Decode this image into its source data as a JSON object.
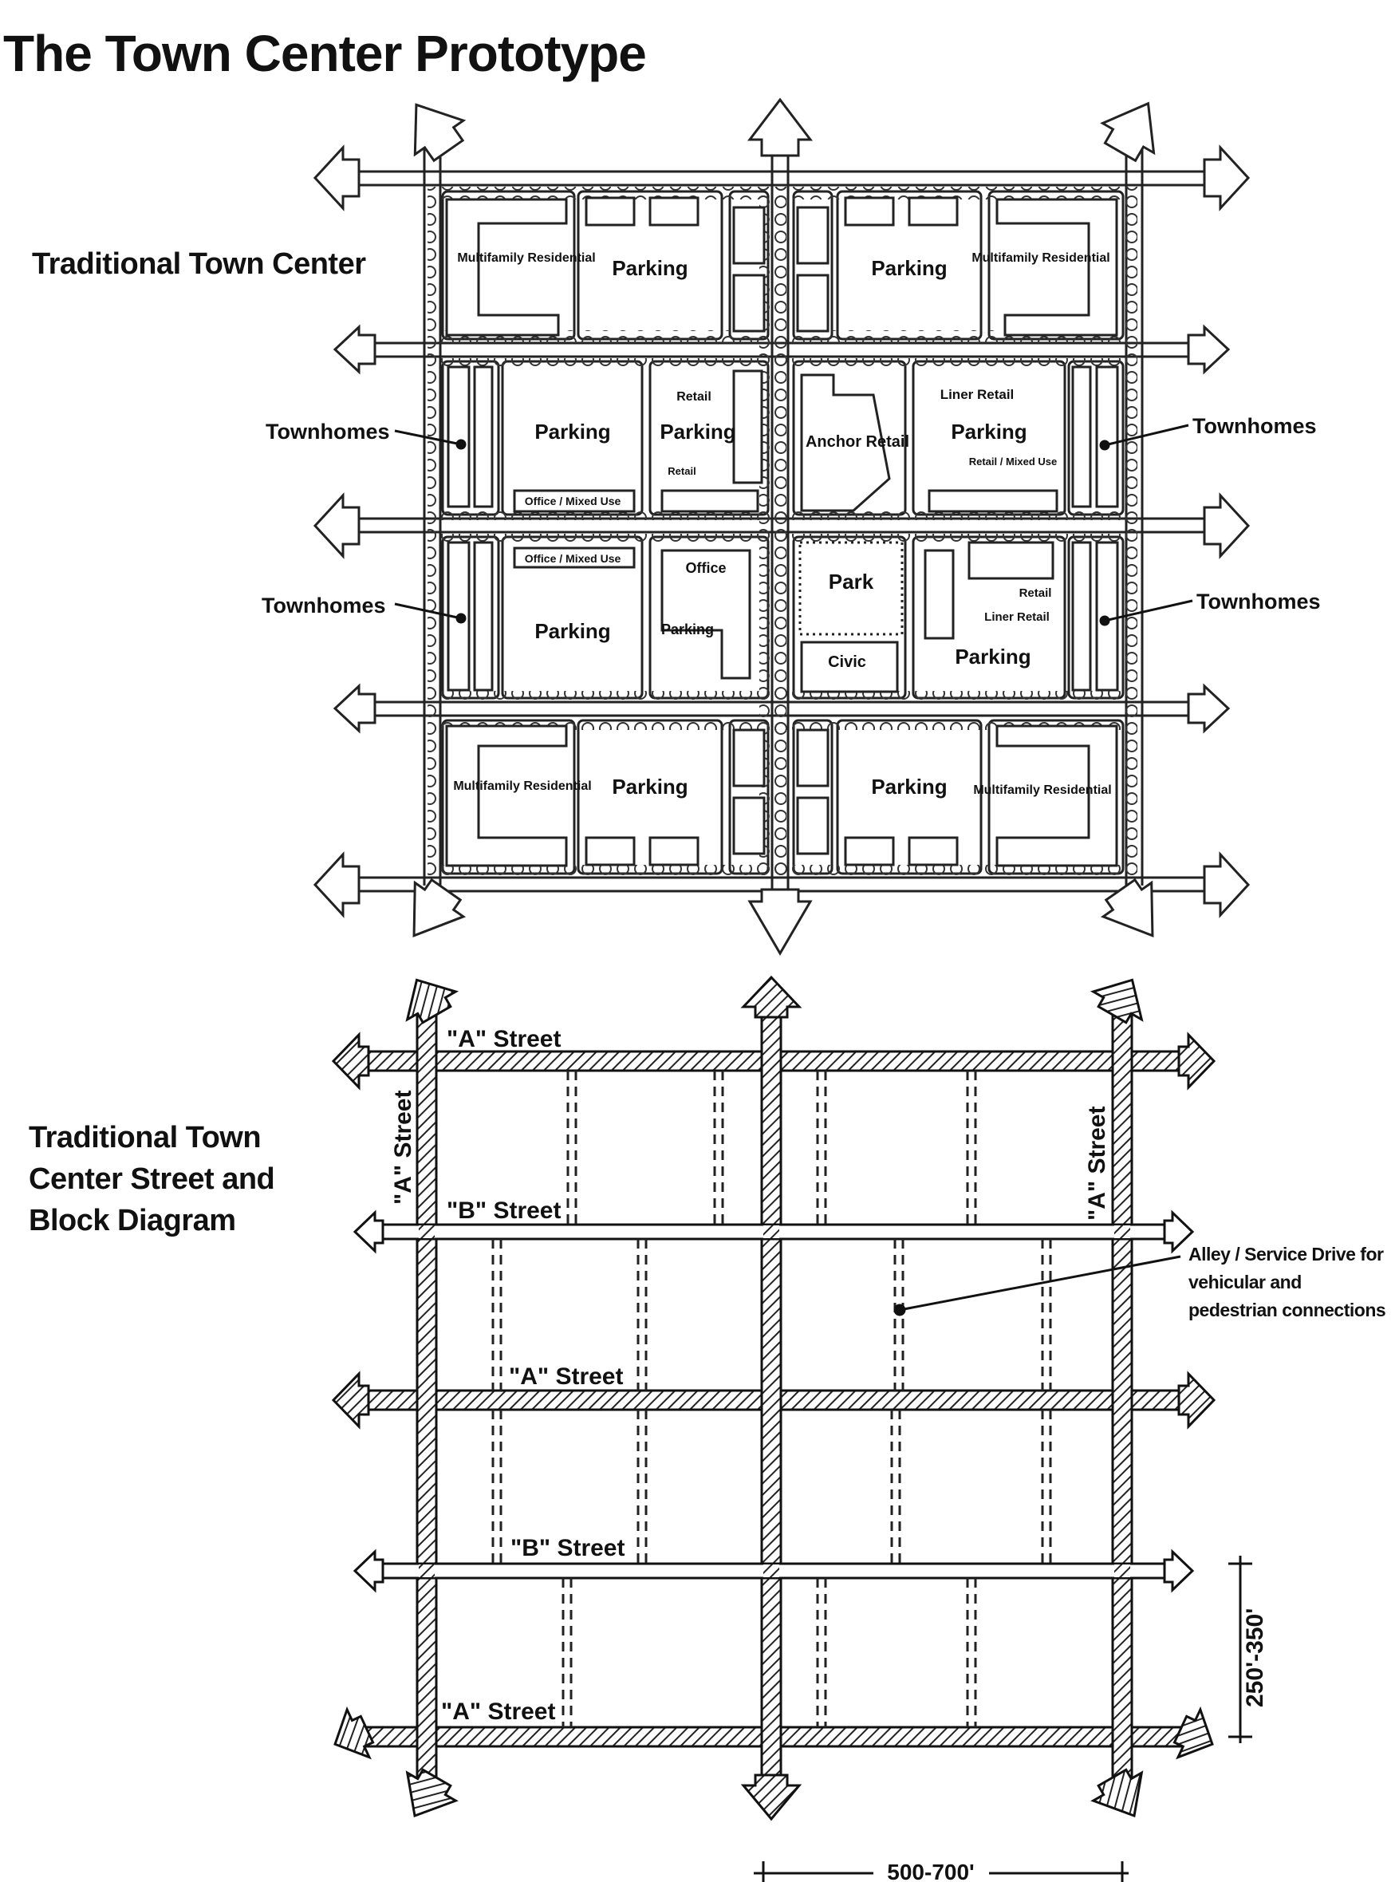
{
  "title": "The Town Center Prototype",
  "plan": {
    "label": "Traditional Town Center",
    "blocks": {
      "r1_multifamily_left": "Multifamily Residential",
      "r1_parking_a": "Parking",
      "r1_parking_b": "Parking",
      "r1_multifamily_right": "Multifamily Residential",
      "r2_parking_left": "Parking",
      "r2_office_mixed_use": "Office / Mixed Use",
      "r2_retail": "Retail",
      "r2_parking_mid": "Parking",
      "r2_retail_small": "Retail",
      "r2_anchor_retail": "Anchor Retail",
      "r2_liner_retail": "Liner Retail",
      "r2_parking_right": "Parking",
      "r2_retail_mixed_use": "Retail / Mixed Use",
      "r3_office_mixed_use": "Office / Mixed Use",
      "r3_parking_left": "Parking",
      "r3_office": "Office",
      "r3_parking_mid": "Parking",
      "r3_park": "Park",
      "r3_civic": "Civic",
      "r3_retail": "Retail",
      "r3_liner_retail": "Liner Retail",
      "r3_parking_right": "Parking",
      "r4_multifamily_left": "Multifamily Residential",
      "r4_parking_a": "Parking",
      "r4_parking_b": "Parking",
      "r4_multifamily_right": "Multifamily Residential"
    },
    "callouts": {
      "townhomes_left_upper": "Townhomes",
      "townhomes_left_lower": "Townhomes",
      "townhomes_right_upper": "Townhomes",
      "townhomes_right_lower": "Townhomes"
    }
  },
  "streets": {
    "label": "Traditional Town Center Street and Block Diagram",
    "a_street_top": "\"A\" Street",
    "a_street_left_vertical": "\"A\" Street",
    "a_street_right_vertical": "\"A\" Street",
    "b_street_upper": "\"B\" Street",
    "a_street_middle": "\"A\" Street",
    "b_street_lower": "\"B\" Street",
    "a_street_bottom": "\"A\" Street",
    "alley_callout": "Alley / Service Drive for vehicular and pedestrian connections",
    "dim_block_depth": "250'-350'",
    "dim_block_width": "500-700'"
  }
}
